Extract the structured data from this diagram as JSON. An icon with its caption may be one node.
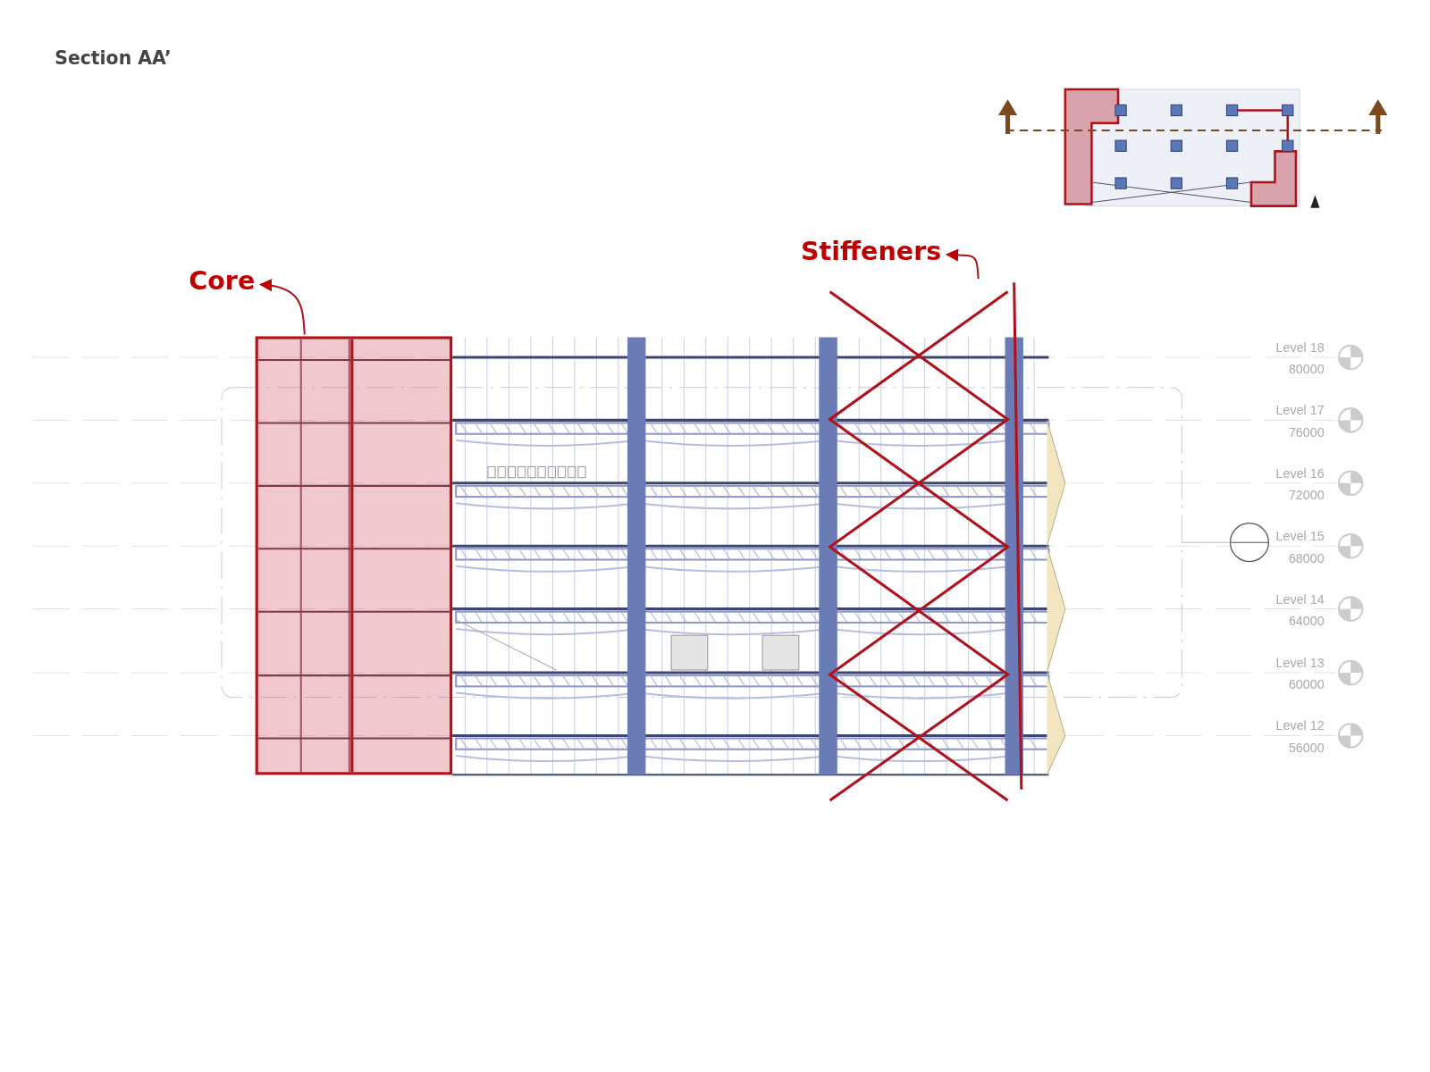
{
  "diagram": {
    "title": "Section AA’",
    "nodes": [
      {
        "text": [
          "Core"
        ]
      },
      {
        "text": [],
        "shape": "box"
      },
      {
        "text": [
          "Stiffeners"
        ]
      },
      {
        "text": [],
        "shape": "picture"
      }
    ],
    "edges": [
      {
        "from": 1,
        "to": 0,
        "arrow": "to"
      },
      {
        "from": 3,
        "to": 2,
        "arrow": "to"
      }
    ],
    "labels": [
      "Level 18",
      "80000",
      "Level 17",
      "76000",
      "Level 16",
      "72000",
      "Level 15",
      "68000",
      "Level 14",
      "64000",
      "Level 13",
      "60000",
      "Level 12",
      "56000"
    ]
  }
}
